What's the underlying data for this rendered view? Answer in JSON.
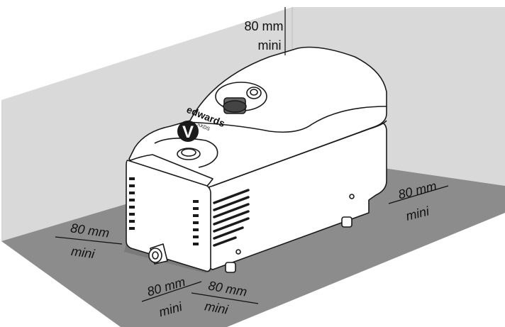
{
  "clearances": {
    "top": {
      "value": "80 mm",
      "qualifier": "mini"
    },
    "right": {
      "value": "80 mm",
      "qualifier": "mini"
    },
    "left": {
      "value": "80 mm",
      "qualifier": "mini"
    },
    "front_left": {
      "value": "80 mm",
      "qualifier": "mini"
    },
    "front_right": {
      "value": "80 mm",
      "qualifier": "mini"
    }
  },
  "logo": {
    "brand": "edwards",
    "model": "nXDS",
    "badge": "V"
  },
  "colors": {
    "wall": "#d9d9d9",
    "floor": "#8c8c8c",
    "outline": "#1a1a1a",
    "pump": "#ffffff"
  }
}
